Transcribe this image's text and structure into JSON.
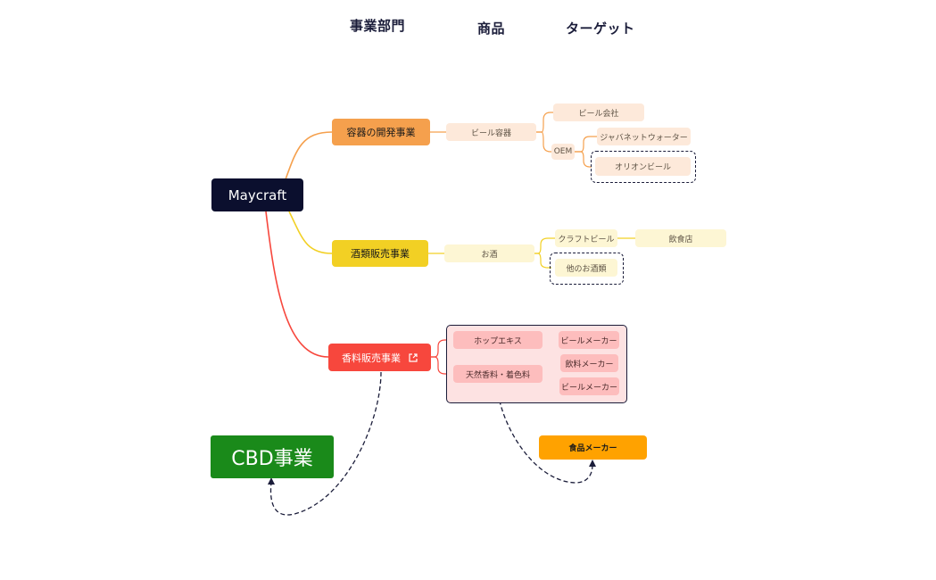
{
  "headers": {
    "division": "事業部門",
    "product": "商品",
    "target": "ターゲット"
  },
  "root": {
    "label": "Maycraft"
  },
  "branches": {
    "container": {
      "label": "容器の開発事業",
      "product": "ビール容器",
      "beer_company": "ビール会社",
      "oem": "OEM",
      "javanet": "ジャバネットウォーター",
      "orion": "オリオンビール"
    },
    "liquor": {
      "label": "酒類販売事業",
      "product": "お酒",
      "craft": "クラフトビール",
      "restaurant": "飲食店",
      "other": "他のお酒類"
    },
    "flavor": {
      "label": "香料販売事業",
      "hop": "ホップエキス",
      "beer_maker_1": "ビールメーカー",
      "natural": "天然香料・着色料",
      "drink_maker": "飲料メーカー",
      "beer_maker_2": "ビールメーカー"
    }
  },
  "floating": {
    "cbd": "CBD事業",
    "food_maker": "食品メーカー"
  },
  "colors": {
    "root": "#0b0f2e",
    "orange": "#f5a04d",
    "yellow": "#f2d024",
    "red": "#f7473d",
    "green": "#1a8a1a",
    "amber": "#ffa200",
    "dashed": "#1b1d3a"
  }
}
